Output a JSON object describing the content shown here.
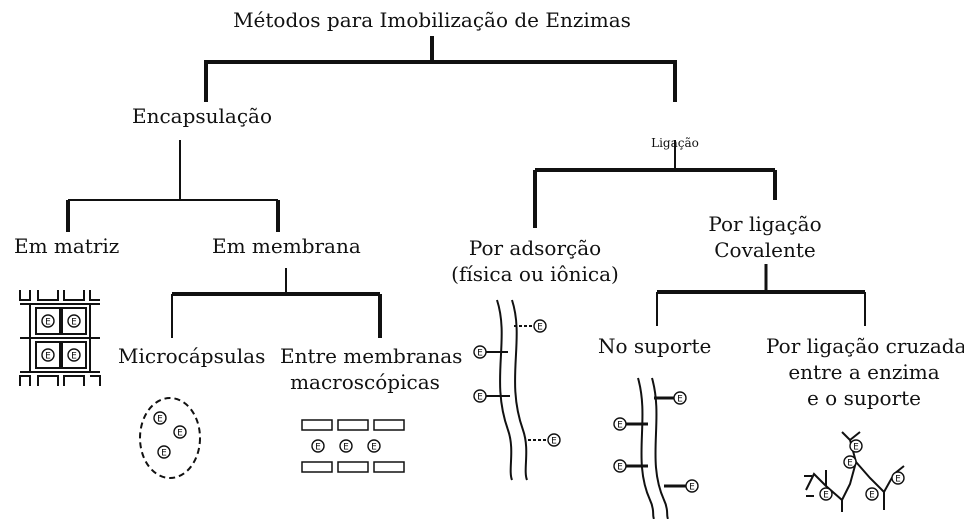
{
  "diagram": {
    "title": "Métodos para Imobilização de Enzimas",
    "branches": {
      "encapsulacao": {
        "label": "Encapsulação",
        "em_matriz": "Em matriz",
        "em_membrana": "Em membrana",
        "microcapsulas": "Microcápsulas",
        "entre_membranas": [
          "Entre membranas",
          "macroscópicas"
        ]
      },
      "ligacao": {
        "label": "Ligação",
        "adsorcao": [
          "Por adsorção",
          "(física ou iônica)"
        ],
        "covalente": [
          "Por ligação",
          "Covalente"
        ],
        "no_suporte": "No suporte",
        "cruzada": [
          "Por ligação cruzada",
          "entre a enzima",
          "e o suporte"
        ]
      }
    },
    "enzyme_symbol": "E",
    "line_color": "#111111"
  }
}
